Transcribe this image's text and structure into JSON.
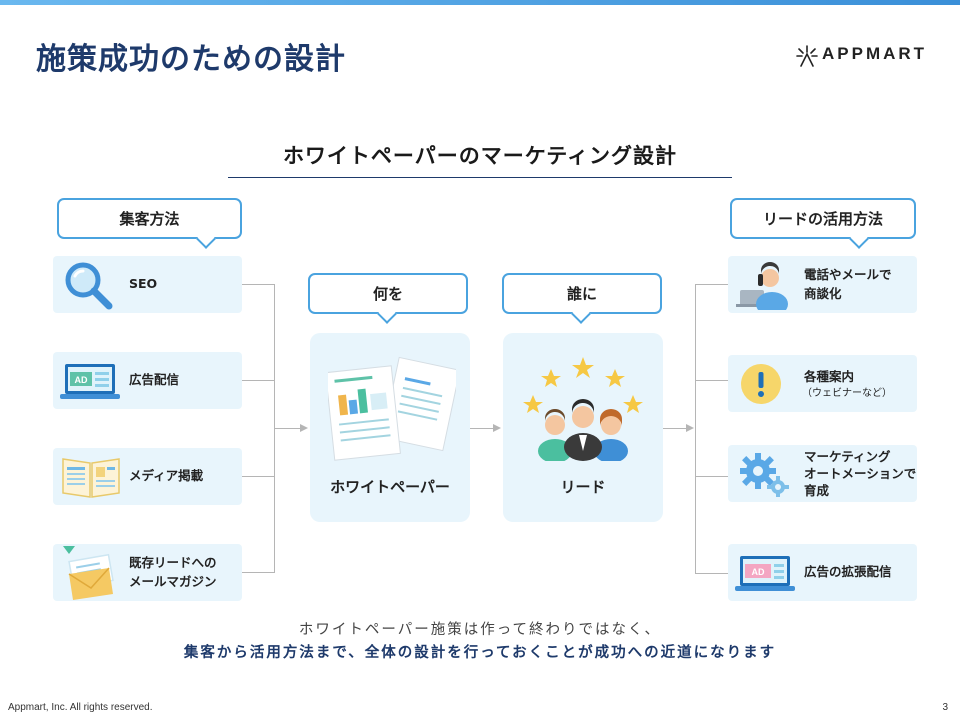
{
  "header": {
    "title": "施策成功のための設計",
    "logo_text": "APPMART"
  },
  "subtitle": "ホワイトペーパーのマーケティング設計",
  "left": {
    "heading": "集客方法",
    "items": [
      {
        "label": "SEO",
        "icon": "magnifier-icon"
      },
      {
        "label": "広告配信",
        "icon": "laptop-ad-icon",
        "badge": "AD"
      },
      {
        "label": "メディア掲載",
        "icon": "magazine-icon"
      },
      {
        "label": "既存リードへの",
        "label2": "メールマガジン",
        "icon": "envelope-icon"
      }
    ]
  },
  "center": {
    "what_heading": "何を",
    "what_label": "ホワイトペーパー",
    "who_heading": "誰に",
    "who_label": "リード"
  },
  "right": {
    "heading": "リードの活用方法",
    "items": [
      {
        "label": "電話やメールで",
        "label2": "商談化",
        "icon": "phone-person-icon"
      },
      {
        "label": "各種案内",
        "label2": "（ウェビナーなど）",
        "icon": "exclamation-icon"
      },
      {
        "label": "マーケティング",
        "label2": "オートメーションで",
        "label3": "育成",
        "icon": "gear-icon"
      },
      {
        "label": "広告の拡張配信",
        "icon": "laptop-ad-icon",
        "badge": "AD"
      }
    ]
  },
  "notes": {
    "line1": "ホワイトペーパー施策は作って終わりではなく、",
    "line2": "集客から活用方法まで、全体の設計を行っておくことが成功への近道になります"
  },
  "footer": {
    "copyright": "Appmart, Inc. All rights reserved.",
    "page": "3"
  },
  "colors": {
    "accent": "#4aa3df",
    "navy": "#1e3a6b",
    "card_bg": "#e8f5fc",
    "connector": "#b5b5b5"
  }
}
